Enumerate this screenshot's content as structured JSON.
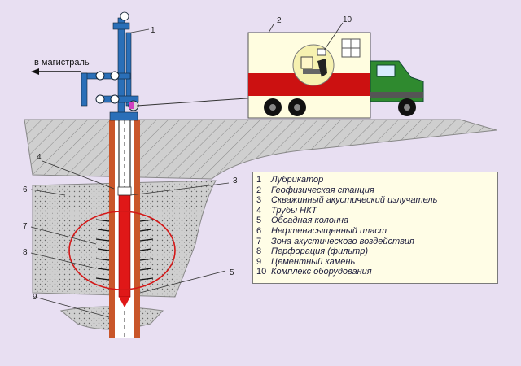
{
  "title": "",
  "direction_label": "в магистраль",
  "callouts": [
    "1",
    "2",
    "3",
    "4",
    "5",
    "6",
    "7",
    "8",
    "9",
    "10"
  ],
  "legend": [
    {
      "num": "1",
      "text": "Лубрикатор"
    },
    {
      "num": "2",
      "text": "Геофизическая станция"
    },
    {
      "num": "3",
      "text": "Скважинный акустический излучатель"
    },
    {
      "num": "4",
      "text": "Трубы НКТ"
    },
    {
      "num": "5",
      "text": "Обсадная колонна"
    },
    {
      "num": "6",
      "text": "Нефтенасыщенный пласт"
    },
    {
      "num": "7",
      "text": "Зона акустического воздействия"
    },
    {
      "num": "8",
      "text": "Перфорация (фильтр)"
    },
    {
      "num": "9",
      "text": "Цементный камень"
    },
    {
      "num": "10",
      "text": "Комплекс оборудования"
    }
  ],
  "colors": {
    "background": "#e8dff2",
    "ground": "#cfcfcf",
    "casing": "#c9562a",
    "emitter": "#e01818",
    "wellhead": "#2a6fb8",
    "truck_cab": "#2f8a2f",
    "truck_body_red": "#cc1111",
    "truck_body_cream": "#fffde0",
    "legend_bg": "#fffde6"
  }
}
